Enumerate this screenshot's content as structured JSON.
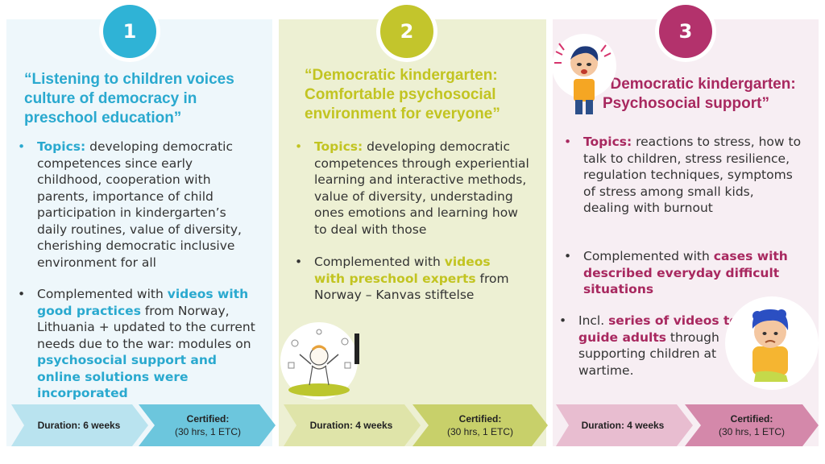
{
  "panels": [
    {
      "number": "1",
      "title": "“Listening to children voices culture of democracy in preschool education”",
      "bullet1": {
        "label": "Topics:",
        "text": " developing democratic competences since early childhood, cooperation with parents, importance of child participation in kindergarten’s daily routines, value of diversity, cherishing democratic inclusive environment for all"
      },
      "bullet2": {
        "t1": "Complemented with ",
        "h1": "videos with good practices",
        "t2": " from Norway, Lithuania + updated to the current needs due to the war:  modules on ",
        "h2": "psychosocial support and online solutions  were incorporated"
      },
      "duration": "Duration:  6 weeks",
      "certified": "Certified:",
      "certified_detail": "(30 hrs, 1 ETC)"
    },
    {
      "number": "2",
      "title": "“Democratic kindergarten: Comfortable psychosocial environment for everyone”",
      "bullet1": {
        "label": "Topics:",
        "text": " developing democratic competences through experiential learning and interactive methods, value of diversity, understading ones emotions and learning how to deal with those"
      },
      "bullet2": {
        "t1": "Complemented with ",
        "h1": "videos with preschool experts",
        "t2": " from Norway – Kanvas stiftelse"
      },
      "duration": "Duration:  4 weeks",
      "certified": "Certified:",
      "certified_detail": "(30 hrs, 1 ETC)"
    },
    {
      "number": "3",
      "title": "“Democratic kindergarten: Psychosocial support”",
      "bullet1": {
        "label": "Topics:",
        "text": " reactions to stress, how to talk to children, stress resilience, regulation techniques, symptoms of stress among small kids, dealing with burnout"
      },
      "bullet2": {
        "t1": "Complemented with ",
        "h1": "cases with described everyday difficult situations"
      },
      "bullet3": {
        "t1": "Incl. ",
        "h1": "series of videos to guide adults",
        "t2": " through supporting children at wartime."
      },
      "duration": "Duration:  4 weeks",
      "certified": "Certified:",
      "certified_detail": "(30 hrs, 1 ETC)"
    }
  ],
  "colors": {
    "panel1": "#2fb3d6",
    "panel2": "#c3c52c",
    "panel3": "#b3326c"
  }
}
